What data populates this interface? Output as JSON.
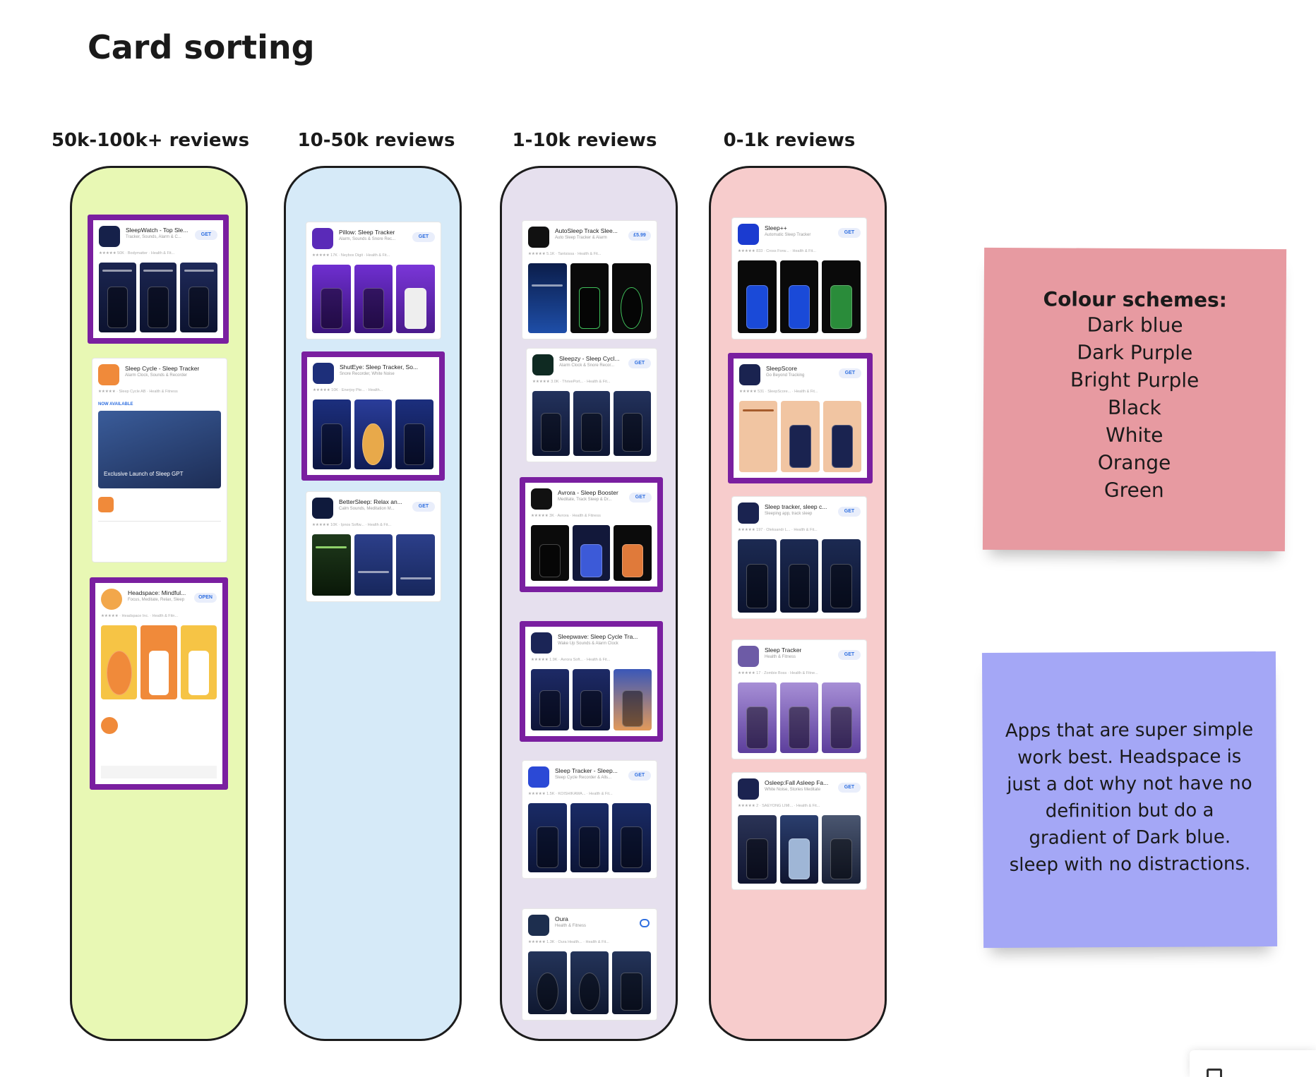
{
  "board": {
    "title": "Card sorting",
    "columns": [
      {
        "label": "50k-100k+ reviews",
        "color": "#e8f8b4"
      },
      {
        "label": "10-50k reviews",
        "color": "#d6eaf8"
      },
      {
        "label": "1-10k reviews",
        "color": "#e6e0ee"
      },
      {
        "label": "0-1k reviews",
        "color": "#f7cccc"
      }
    ]
  },
  "cards": {
    "sleepwatch": {
      "name": "SleepWatch - Top Sle...",
      "sub": "Tracker, Sounds, Alarm & C...",
      "button": "GET",
      "meta": "★★★★★ 50K · Bodymatter · Health & Fit..."
    },
    "sleepcycle": {
      "name": "Sleep Cycle - Sleep Tracker",
      "sub": "Alarm Clock, Sounds & Recorder",
      "tag": "NOW AVAILABLE",
      "banner": "Exclusive Launch of Sleep GPT",
      "meta": "★★★★★ · Sleep Cycle AB · Health & Fitness"
    },
    "headspace": {
      "name": "Headspace: Mindful...",
      "sub": "Focus, Meditate, Relax, Sleep",
      "button": "OPEN",
      "meta": "★★★★★ · Headspace Inc. · Health & Fitn..."
    },
    "pillow": {
      "name": "Pillow: Sleep Tracker",
      "sub": "Alarm, Sounds & Snore Rec...",
      "button": "GET",
      "meta": "★★★★★ 17K · Neybox Digit · Health & Fit..."
    },
    "shuteye": {
      "name": "ShutEye: Sleep Tracker, So...",
      "sub": "Snore Recorder, White Noise",
      "meta": "★★★★★ 10K · Enerjoy Pte... · Health..."
    },
    "bettersleep": {
      "name": "BetterSleep: Relax an...",
      "sub": "Calm Sounds, Meditation M...",
      "button": "GET",
      "meta": "★★★★★ 10K · Ipnos Softw... · Health & Fit..."
    },
    "autosleep": {
      "name": "AutoSleep Track Slee...",
      "sub": "Auto Sleep Tracker & Alarm",
      "button": "£5.99",
      "meta": "★★★★★ 5.1K · Tantsissa · Health & Fit..."
    },
    "sleepzy": {
      "name": "Sleepzy - Sleep Cycl...",
      "sub": "Alarm Clock & Snore Recor...",
      "button": "GET",
      "meta": "★★★★★ 3.0K · ThrivePort... · Health & Fit..."
    },
    "avrora": {
      "name": "Avrora - Sleep Booster",
      "sub": "Meditate, Track Sleep & Dr...",
      "button": "GET",
      "meta": "★★★★★ 3K · Avrora · Health & Fitness"
    },
    "sleepwave": {
      "name": "Sleepwave: Sleep Cycle Tra...",
      "sub": "Wake Up Sounds & Alarm Clock",
      "meta": "★★★★★ 1.9K · Avrora Soft... · Health & Fit..."
    },
    "sleeptracker1": {
      "name": "Sleep Tracker - Sleep...",
      "sub": "Sleep Cycle Recorder & Alls...",
      "button": "GET",
      "meta": "★★★★★ 1.5K · KOISHIKAWA... · Health & Fit..."
    },
    "oura": {
      "name": "Oura",
      "sub": "Health & Fitness",
      "meta": "★★★★★ 1.3K · Oura Health... · Health & Fit..."
    },
    "sleeppp": {
      "name": "Sleep++",
      "sub": "Automatic Sleep Tracker",
      "button": "GET",
      "meta": "★★★★★ 833 · Cross Forw... · Health & Fit..."
    },
    "sleepscore": {
      "name": "SleepScore",
      "sub": "Go Beyond Tracking",
      "button": "GET",
      "meta": "★★★★★ 531 · SleepScore... · Health & Fit..."
    },
    "sleeptracker2": {
      "name": "Sleep tracker, sleep c...",
      "sub": "Sleeping app, track sleep",
      "button": "GET",
      "meta": "★★★★★ 197 · Oleksandr L... · Health & Fit..."
    },
    "sleeptracker3": {
      "name": "Sleep Tracker",
      "sub": "Health & Fitness",
      "button": "GET",
      "meta": "★★★★★ 17 · Zombie Boss · Health & Fitne..."
    },
    "osleep": {
      "name": "Osleep:Fall Asleep Fa...",
      "sub": "White Noise, Stories Meditate",
      "button": "GET",
      "meta": "★★★★★ 2 · SAEYONG LIMI... · Health & Fit..."
    }
  },
  "notes": {
    "colour_title": "Colour schemes:",
    "colours": [
      "Dark blue",
      "Dark Purple",
      "Bright Purple",
      "Black",
      "White",
      "Orange",
      "Green"
    ],
    "insight": "Apps that are super simple work best. Headspace is just a dot why not have no definition but do a gradient of Dark blue. sleep with no distractions.",
    "red_color": "#e79aa1",
    "blue_color": "#a4a7f6",
    "highlight_color": "#7a1fa0"
  }
}
